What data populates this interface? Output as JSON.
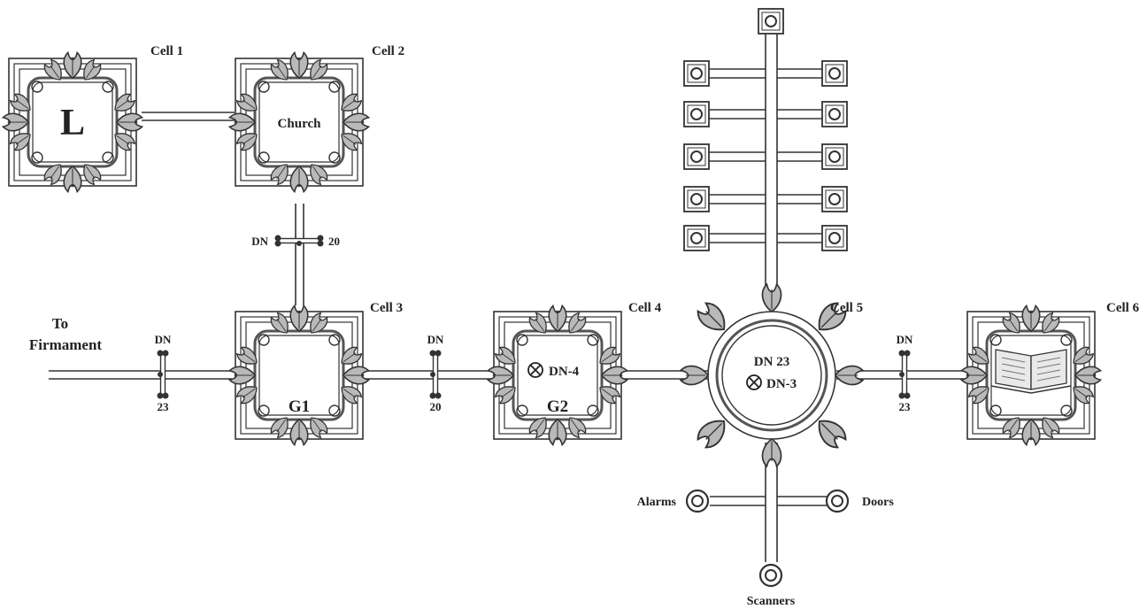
{
  "labels": {
    "cell1": "Cell 1",
    "cell2": "Cell 2",
    "cell3": "Cell 3",
    "cell4": "Cell 4",
    "cell5": "Cell 5",
    "cell6": "Cell 6",
    "cell1_inner": "L",
    "cell2_inner": "Church",
    "cell3_inner": "G1",
    "cell4_inner": "G2",
    "cell4_node": "DN-4",
    "cell5_line1": "DN 23",
    "cell5_node": "DN-3",
    "to_firmament_1": "To",
    "to_firmament_2": "Firmament",
    "alarms": "Alarms",
    "doors": "Doors",
    "scanners": "Scanners"
  },
  "links": {
    "c2_c3": {
      "left": "DN",
      "right": "20"
    },
    "firmament_c3": {
      "top": "DN",
      "bottom": "23"
    },
    "c3_c4": {
      "top": "DN",
      "bottom": "20"
    },
    "c5_c6": {
      "top": "DN",
      "bottom": "23"
    }
  },
  "icons": {
    "terminal": "square-terminal-icon",
    "sensor": "ring-sensor-icon",
    "node_marker": "crossed-circle-icon",
    "book": "open-book-icon"
  },
  "colors": {
    "ink": "#333333",
    "background": "#ffffff"
  }
}
